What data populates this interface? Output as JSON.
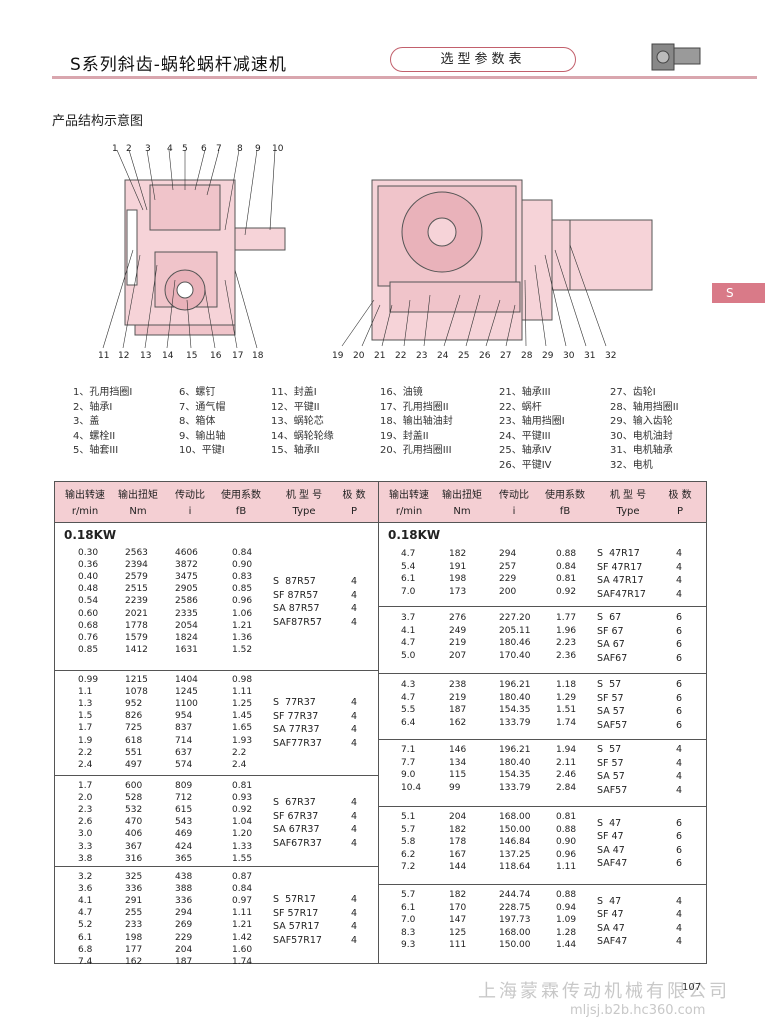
{
  "header": {
    "title": "S系列斜齿-蜗轮蜗杆减速机",
    "pill": "选型参数表"
  },
  "section_title": "产品结构示意图",
  "side_tab": "S",
  "legend": [
    [
      "1、孔用挡圈I",
      "2、轴承I",
      "3、盖",
      "4、螺栓II",
      "5、轴套III"
    ],
    [
      "6、螺钉",
      "7、通气帽",
      "8、箱体",
      "9、输出轴",
      "10、平键I"
    ],
    [
      "11、封盖I",
      "12、平键II",
      "13、蜗轮芯",
      "14、蜗轮轮缘",
      "15、轴承II"
    ],
    [
      "16、油镜",
      "17、孔用挡圈II",
      "18、输出轴油封",
      "19、封盖II",
      "20、孔用挡圈III"
    ],
    [
      "21、轴承III",
      "22、蜗杆",
      "23、轴用挡圈I",
      "24、平键III",
      "25、轴承IV",
      "26、平键IV"
    ],
    [
      "27、齿轮I",
      "28、轴用挡圈II",
      "29、输入齿轮",
      "30、电机油封",
      "31、电机轴承",
      "32、电机"
    ]
  ],
  "diagram_numbers_left_top": [
    "1",
    "2",
    "3",
    "4",
    "5",
    "6",
    "7",
    "8",
    "9",
    "10"
  ],
  "diagram_numbers_left_bottom": [
    "11",
    "12",
    "13",
    "14",
    "15",
    "16",
    "17",
    "18"
  ],
  "diagram_numbers_right_bottom": [
    "19",
    "20",
    "21",
    "22",
    "23",
    "24",
    "25",
    "26",
    "27",
    "28",
    "29",
    "30",
    "31",
    "32"
  ],
  "table": {
    "headers": [
      "输出转速",
      "输出扭矩",
      "传动比",
      "使用系数",
      "机 型 号",
      "极 数"
    ],
    "units": [
      "r/min",
      "Nm",
      "i",
      "fB",
      "Type",
      "P"
    ],
    "power": "0.18KW",
    "left_groups": [
      {
        "speed": [
          "0.30",
          "0.36",
          "0.40",
          "0.48",
          "0.54",
          "0.60",
          "0.68",
          "0.76",
          "0.85"
        ],
        "torque": [
          "2563",
          "2394",
          "2579",
          "2515",
          "2239",
          "2021",
          "1778",
          "1579",
          "1412"
        ],
        "ratio": [
          "4606",
          "3872",
          "3475",
          "2905",
          "2586",
          "2335",
          "2054",
          "1824",
          "1631"
        ],
        "fb": [
          "0.84",
          "0.90",
          "0.83",
          "0.85",
          "0.96",
          "1.06",
          "1.21",
          "1.36",
          "1.52"
        ],
        "types": [
          "S  87R57",
          "SF 87R57",
          "SA 87R57",
          "SAF87R57"
        ],
        "poles": [
          "4",
          "4",
          "4",
          "4"
        ]
      },
      {
        "speed": [
          "0.99",
          "1.1",
          "1.3",
          "1.5",
          "1.7",
          "1.9",
          "2.2",
          "2.4"
        ],
        "torque": [
          "1215",
          "1078",
          "952",
          "826",
          "725",
          "618",
          "551",
          "497"
        ],
        "ratio": [
          "1404",
          "1245",
          "1100",
          "954",
          "837",
          "714",
          "637",
          "574"
        ],
        "fb": [
          "0.98",
          "1.11",
          "1.25",
          "1.45",
          "1.65",
          "1.93",
          "2.2",
          "2.4"
        ],
        "types": [
          "S  77R37",
          "SF 77R37",
          "SA 77R37",
          "SAF77R37"
        ],
        "poles": [
          "4",
          "4",
          "4",
          "4"
        ]
      },
      {
        "speed": [
          "1.7",
          "2.0",
          "2.3",
          "2.6",
          "3.0",
          "3.3",
          "3.8"
        ],
        "torque": [
          "600",
          "528",
          "532",
          "470",
          "406",
          "367",
          "316"
        ],
        "ratio": [
          "809",
          "712",
          "615",
          "543",
          "469",
          "424",
          "365"
        ],
        "fb": [
          "0.81",
          "0.93",
          "0.92",
          "1.04",
          "1.20",
          "1.33",
          "1.55"
        ],
        "types": [
          "S  67R37",
          "SF 67R37",
          "SA 67R37",
          "SAF67R37"
        ],
        "poles": [
          "4",
          "4",
          "4",
          "4"
        ]
      },
      {
        "speed": [
          "3.2",
          "3.6",
          "4.1",
          "4.7",
          "5.2",
          "6.1",
          "6.8",
          "7.4"
        ],
        "torque": [
          "325",
          "336",
          "291",
          "255",
          "233",
          "198",
          "177",
          "162"
        ],
        "ratio": [
          "438",
          "388",
          "336",
          "294",
          "269",
          "229",
          "204",
          "187"
        ],
        "fb": [
          "0.87",
          "0.84",
          "0.97",
          "1.11",
          "1.21",
          "1.42",
          "1.60",
          "1.74"
        ],
        "types": [
          "S  57R17",
          "SF 57R17",
          "SA 57R17",
          "SAF57R17"
        ],
        "poles": [
          "4",
          "4",
          "4",
          "4"
        ]
      }
    ],
    "right_groups": [
      {
        "speed": [
          "4.7",
          "5.4",
          "6.1",
          "7.0"
        ],
        "torque": [
          "182",
          "191",
          "198",
          "173"
        ],
        "ratio": [
          "294",
          "257",
          "229",
          "200"
        ],
        "fb": [
          "0.88",
          "0.84",
          "0.81",
          "0.92"
        ],
        "types": [
          "S  47R17",
          "SF 47R17",
          "SA 47R17",
          "SAF47R17"
        ],
        "poles": [
          "4",
          "4",
          "4",
          "4"
        ]
      },
      {
        "speed": [
          "3.7",
          "4.1",
          "4.7",
          "5.0"
        ],
        "torque": [
          "276",
          "249",
          "219",
          "207"
        ],
        "ratio": [
          "227.20",
          "205.11",
          "180.46",
          "170.40"
        ],
        "fb": [
          "1.77",
          "1.96",
          "2.23",
          "2.36"
        ],
        "types": [
          "S  67",
          "SF 67",
          "SA 67",
          "SAF67"
        ],
        "poles": [
          "6",
          "6",
          "6",
          "6"
        ]
      },
      {
        "speed": [
          "4.3",
          "4.7",
          "5.5",
          "6.4"
        ],
        "torque": [
          "238",
          "219",
          "187",
          "162"
        ],
        "ratio": [
          "196.21",
          "180.40",
          "154.35",
          "133.79"
        ],
        "fb": [
          "1.18",
          "1.29",
          "1.51",
          "1.74"
        ],
        "types": [
          "S  57",
          "SF 57",
          "SA 57",
          "SAF57"
        ],
        "poles": [
          "6",
          "6",
          "6",
          "6"
        ]
      },
      {
        "speed": [
          "7.1",
          "7.7",
          "9.0",
          "10.4"
        ],
        "torque": [
          "146",
          "134",
          "115",
          "99"
        ],
        "ratio": [
          "196.21",
          "180.40",
          "154.35",
          "133.79"
        ],
        "fb": [
          "1.94",
          "2.11",
          "2.46",
          "2.84"
        ],
        "types": [
          "S  57",
          "SF 57",
          "SA 57",
          "SAF57"
        ],
        "poles": [
          "4",
          "4",
          "4",
          "4"
        ]
      },
      {
        "speed": [
          "5.1",
          "5.7",
          "5.8",
          "6.2",
          "7.2"
        ],
        "torque": [
          "204",
          "182",
          "178",
          "167",
          "144"
        ],
        "ratio": [
          "168.00",
          "150.00",
          "146.84",
          "137.25",
          "118.64"
        ],
        "fb": [
          "0.81",
          "0.88",
          "0.90",
          "0.96",
          "1.11"
        ],
        "types": [
          "S  47",
          "SF 47",
          "SA 47",
          "SAF47"
        ],
        "poles": [
          "6",
          "6",
          "6",
          "6"
        ]
      },
      {
        "speed": [
          "5.7",
          "6.1",
          "7.0",
          "8.3",
          "9.3"
        ],
        "torque": [
          "182",
          "170",
          "147",
          "125",
          "111"
        ],
        "ratio": [
          "244.74",
          "228.75",
          "197.73",
          "168.00",
          "150.00"
        ],
        "fb": [
          "0.88",
          "0.94",
          "1.09",
          "1.28",
          "1.44"
        ],
        "types": [
          "S  47",
          "SF 47",
          "SA 47",
          "SAF47"
        ],
        "poles": [
          "4",
          "4",
          "4",
          "4"
        ]
      }
    ]
  },
  "footer": {
    "company": "上海蒙霖传动机械有限公司",
    "url": "mljsj.b2b.hc360.com",
    "page": "107"
  },
  "colors": {
    "accent": "#d97a88",
    "header_bg": "#f4cfd3",
    "drawing_fill": "#f6d3d8",
    "drawing_line": "#555555"
  }
}
